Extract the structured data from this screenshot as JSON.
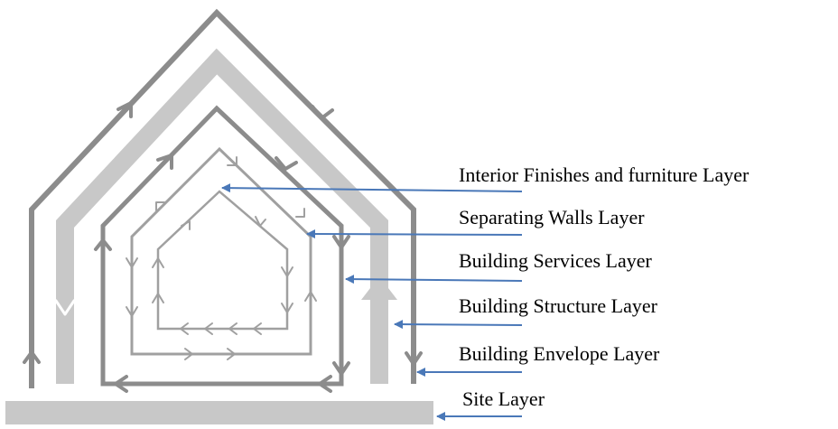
{
  "diagram": {
    "colors": {
      "line": "#8c8c8c",
      "band": "#c8c8c8",
      "thin": "#a0a0a0",
      "arrow": "#4a78b8",
      "text": "#000000"
    },
    "layers": [
      {
        "key": "interior",
        "label": "Interior Finishes and furniture Layer"
      },
      {
        "key": "walls",
        "label": "Separating Walls Layer"
      },
      {
        "key": "services",
        "label": "Building Services Layer"
      },
      {
        "key": "structure",
        "label": "Building Structure Layer"
      },
      {
        "key": "envelope",
        "label": "Building Envelope Layer"
      },
      {
        "key": "site",
        "label": "Site Layer"
      }
    ]
  }
}
